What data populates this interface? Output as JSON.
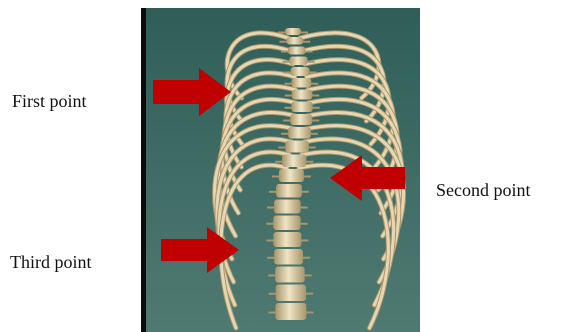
{
  "labels": {
    "first": "First point",
    "second": "Second point",
    "third": "Third point"
  },
  "image": {
    "subject": "3D model of a scoliotic spine with rib cage",
    "background_top": "#2f5e58",
    "background_bottom": "#4f7a72",
    "bone_color": "#e6d6b2",
    "bone_shadow": "#a8966c",
    "left_edge_color": "#0c0c0c"
  },
  "arrows": {
    "color": "#c00000",
    "items": [
      {
        "name": "first",
        "direction": "right"
      },
      {
        "name": "second",
        "direction": "left"
      },
      {
        "name": "third",
        "direction": "right"
      }
    ]
  }
}
